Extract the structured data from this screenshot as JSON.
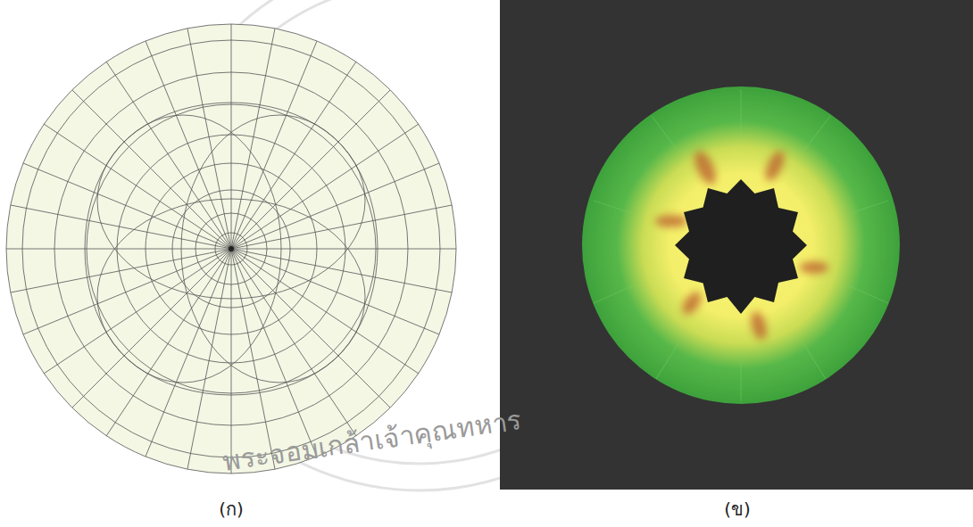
{
  "diagram": {
    "labels": [
      "(ก)",
      "(ข)",
      "พระจอมเกล้าเจ้าคุณทหาร"
    ]
  }
}
